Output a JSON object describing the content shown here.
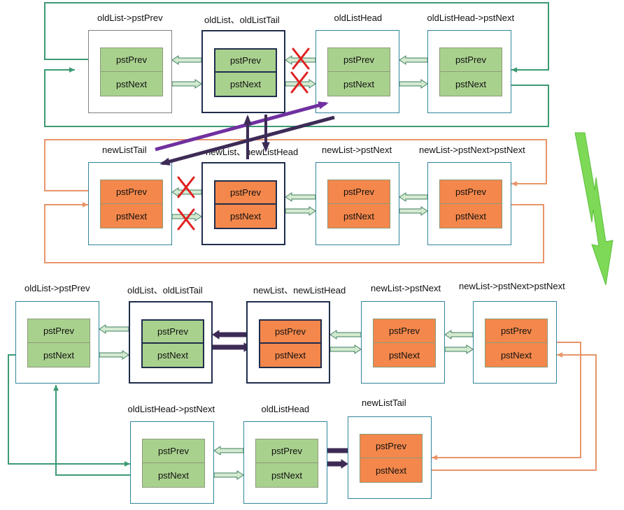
{
  "colors": {
    "green_cell": "#a9d18e",
    "orange_cell": "#f4874b",
    "green_link": "#3c9a72",
    "orange_link": "#e8956a",
    "purple": "#7030a0",
    "dark_purple": "#3d2b56",
    "teal_border": "#31859c",
    "dark_border": "#1f2d4c",
    "gray_border": "#808080",
    "red_x": "#e02020",
    "lime": "#7ed957"
  },
  "field_prev": "pstPrev",
  "field_next": "pstNext",
  "nodes": [
    {
      "label": "oldList->pstPrev",
      "color": "green",
      "frame": "gray"
    },
    {
      "label": "oldList、oldListTail",
      "color": "green",
      "frame": "dark"
    },
    {
      "label": "oldListHead",
      "color": "green",
      "frame": "teal"
    },
    {
      "label": "oldListHead->pstNext",
      "color": "green",
      "frame": "teal"
    },
    {
      "label": "newListTail",
      "color": "orange",
      "frame": "teal"
    },
    {
      "label": "newList、newListHead",
      "color": "orange",
      "frame": "dark"
    },
    {
      "label": "newList->pstNext",
      "color": "orange",
      "frame": "teal"
    },
    {
      "label": "newList->pstNext>pstNext",
      "color": "orange",
      "frame": "teal"
    },
    {
      "label": "oldList->pstPrev",
      "color": "green",
      "frame": "teal"
    },
    {
      "label": "oldList、oldListTail",
      "color": "green",
      "frame": "dark"
    },
    {
      "label": "newList、newListHead",
      "color": "orange",
      "frame": "dark"
    },
    {
      "label": "newList->pstNext",
      "color": "orange",
      "frame": "teal"
    },
    {
      "label": "newList->pstNext>pstNext",
      "color": "orange",
      "frame": "teal"
    },
    {
      "label": "oldListHead->pstNext",
      "color": "green",
      "frame": "teal"
    },
    {
      "label": "oldListHead",
      "color": "green",
      "frame": "teal"
    },
    {
      "label": "newListTail",
      "color": "orange",
      "frame": "teal"
    }
  ]
}
